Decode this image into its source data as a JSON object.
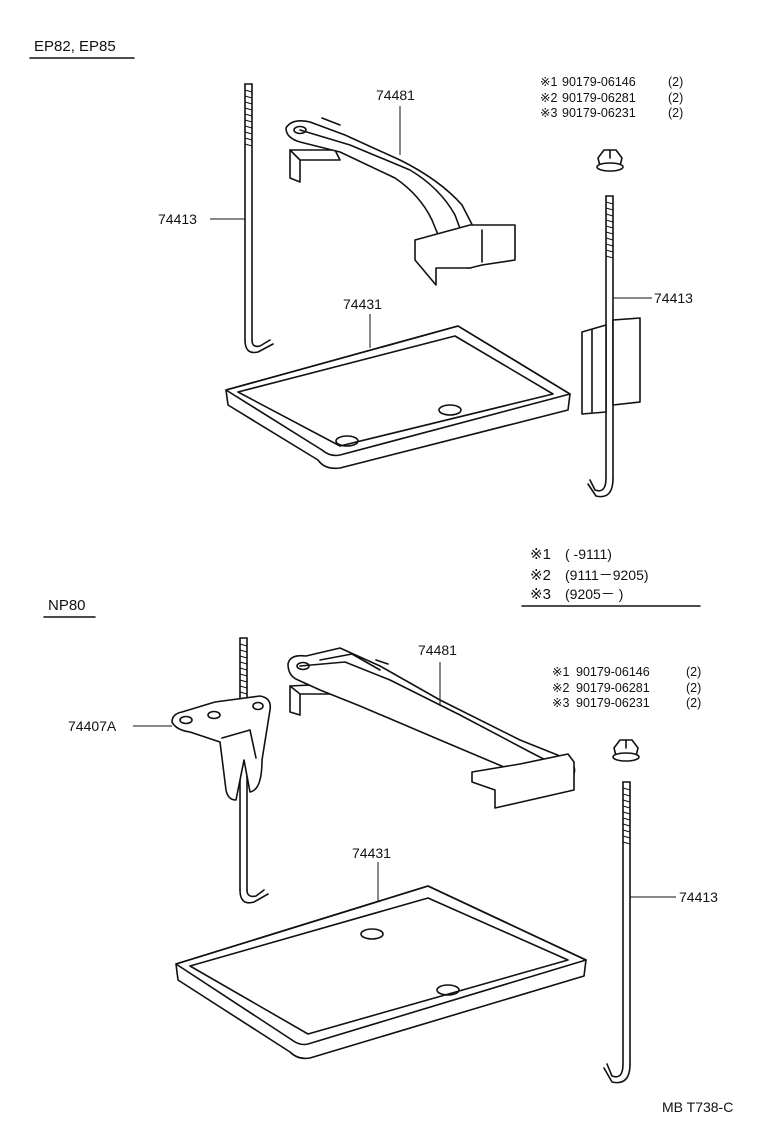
{
  "sections": {
    "top": {
      "model": "EP82, EP85",
      "parts": {
        "clamp": "74481",
        "rod_left": "74413",
        "rod_right": "74413",
        "tray": "74431"
      },
      "nut_list": [
        {
          "mark": "※1",
          "part": "90179-06146",
          "qty": "(2)"
        },
        {
          "mark": "※2",
          "part": "90179-06281",
          "qty": "(2)"
        },
        {
          "mark": "※3",
          "part": "90179-06231",
          "qty": "(2)"
        }
      ]
    },
    "legend": [
      {
        "mark": "※1",
        "range": "(          -9111)"
      },
      {
        "mark": "※2",
        "range": "(9111－9205)"
      },
      {
        "mark": "※3",
        "range": "(9205－        )"
      }
    ],
    "bottom": {
      "model": "NP80",
      "parts": {
        "clamp": "74481",
        "bracket": "74407A",
        "tray": "74431",
        "rod_right": "74413"
      },
      "nut_list": [
        {
          "mark": "※1",
          "part": "90179-06146",
          "qty": "(2)"
        },
        {
          "mark": "※2",
          "part": "90179-06281",
          "qty": "(2)"
        },
        {
          "mark": "※3",
          "part": "90179-06231",
          "qty": "(2)"
        }
      ]
    }
  },
  "footer": {
    "code": "MB T738-C"
  }
}
